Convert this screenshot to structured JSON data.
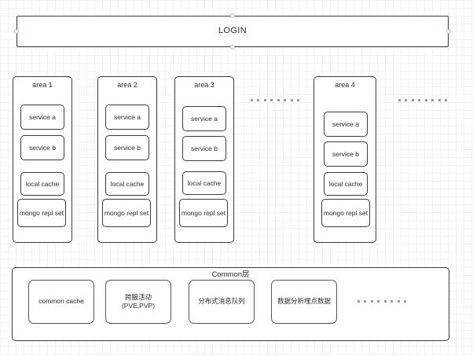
{
  "diagram": {
    "title_block": {
      "label": "LOGIN"
    },
    "areas": [
      {
        "title": "area 1",
        "nodes": [
          "service a",
          "service b",
          "local cache",
          "mongo repl set"
        ]
      },
      {
        "title": "area 2",
        "nodes": [
          "service a",
          "service b",
          "local cache",
          "mongo repl set"
        ]
      },
      {
        "title": "area 3",
        "nodes": [
          "service a",
          "service b",
          "local cache",
          "mongo repl set"
        ]
      },
      {
        "title": "area 4",
        "nodes": [
          "service a",
          "service b",
          "local cache",
          "mongo repl set"
        ]
      }
    ],
    "common": {
      "title": "Common层",
      "nodes": [
        "common cache",
        "跨服活动\n(PVE,PVP)",
        "分布式消息队列",
        "数据分析埋点数据"
      ]
    },
    "ellipses": [
      {
        "name": "ellipsis-between-area3-area4"
      },
      {
        "name": "ellipsis-after-area4"
      },
      {
        "name": "ellipsis-common-layer"
      }
    ],
    "colors": {
      "stroke": "#3b3b3b",
      "fill": "#ffffff",
      "grid_minor": "#f2f2f4",
      "grid_major": "#eaeaef",
      "handle": "#e8a2b0",
      "dot": "#9a9a9a"
    }
  }
}
